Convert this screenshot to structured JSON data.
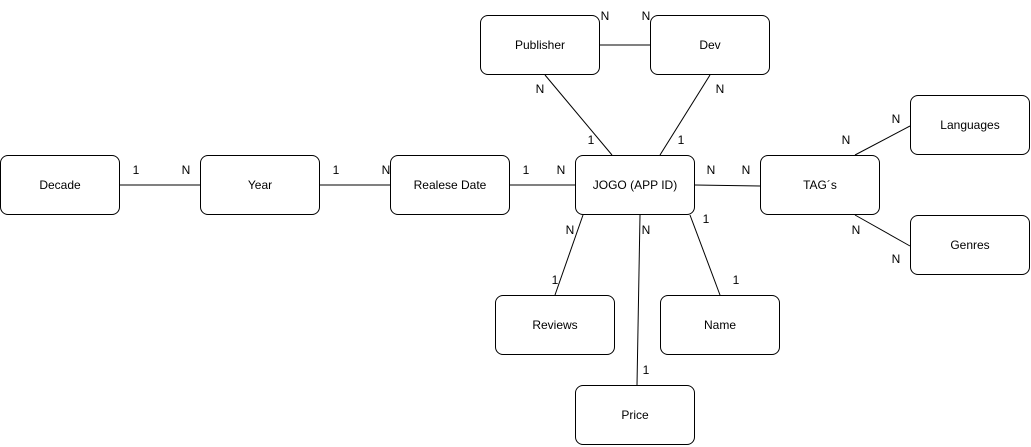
{
  "entities": {
    "decade": "Decade",
    "year": "Year",
    "release_date": "Realese Date",
    "jogo": "JOGO (APP ID)",
    "publisher": "Publisher",
    "dev": "Dev",
    "tags": "TAG´s",
    "languages": "Languages",
    "genres": "Genres",
    "reviews": "Reviews",
    "name": "Name",
    "price": "Price"
  },
  "relationships": [
    {
      "from": "decade",
      "to": "year",
      "from_card": "1",
      "to_card": "N"
    },
    {
      "from": "year",
      "to": "release_date",
      "from_card": "1",
      "to_card": "N"
    },
    {
      "from": "release_date",
      "to": "jogo",
      "from_card": "1",
      "to_card": "N"
    },
    {
      "from": "publisher",
      "to": "dev",
      "from_card": "N",
      "to_card": "N"
    },
    {
      "from": "publisher",
      "to": "jogo",
      "from_card": "N",
      "to_card": "1"
    },
    {
      "from": "dev",
      "to": "jogo",
      "from_card": "N",
      "to_card": "1"
    },
    {
      "from": "jogo",
      "to": "tags",
      "from_card": "N",
      "to_card": "N"
    },
    {
      "from": "tags",
      "to": "languages",
      "from_card": "N",
      "to_card": "N"
    },
    {
      "from": "tags",
      "to": "genres",
      "from_card": "N",
      "to_card": "N"
    },
    {
      "from": "jogo",
      "to": "reviews",
      "from_card": "N",
      "to_card": "1"
    },
    {
      "from": "jogo",
      "to": "price",
      "from_card": "N",
      "to_card": "1"
    },
    {
      "from": "jogo",
      "to": "name",
      "from_card": "1",
      "to_card": "1"
    }
  ]
}
